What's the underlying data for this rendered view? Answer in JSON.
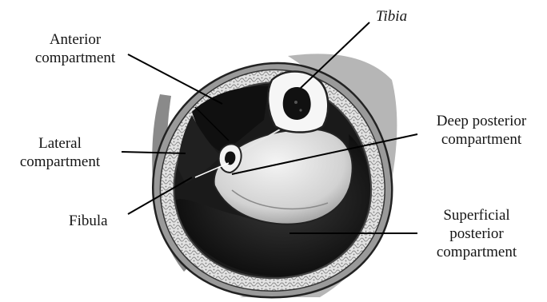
{
  "labels": {
    "tibia": "Tibia",
    "anterior_line1": "Anterior",
    "anterior_line2": "compartment",
    "lateral_line1": "Lateral",
    "lateral_line2": "compartment",
    "fibula": "Fibula",
    "deep_posterior_line1": "Deep posterior",
    "deep_posterior_line2": "compartment",
    "superficial_posterior_line1": "Superficial",
    "superficial_posterior_line2": "posterior",
    "superficial_posterior_line3": "compartment"
  }
}
